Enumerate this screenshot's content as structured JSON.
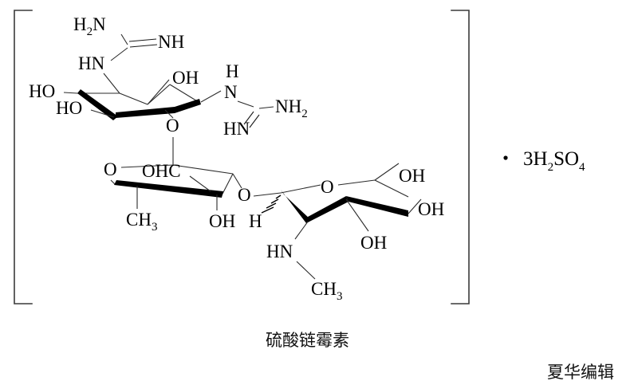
{
  "figure": {
    "name": "streptomycin-sulfate-structure",
    "caption": "硫酸链霉素",
    "watermark": "夏华编辑",
    "counterion": {
      "dot": "·",
      "formula_prefix": "3H",
      "formula_sub1": "2",
      "formula_mid": "SO",
      "formula_sub2": "4",
      "full": "· 3H2SO4"
    },
    "bracket_left": "[",
    "bracket_right": "]",
    "colors": {
      "ink": "#000000",
      "thin_bond": "#2b2b2b",
      "bracket": "#3a3a3a",
      "background": "#ffffff"
    }
  },
  "labels": {
    "guanidine_top": {
      "h2n_main": "H",
      "h2n_sub": "2",
      "h2n_tail": "N",
      "nh": "NH",
      "hn": "HN"
    },
    "guanidine_right": {
      "h": "H",
      "n": "N",
      "nh2_main": "NH",
      "nh2_sub": "2",
      "hn": "HN"
    },
    "streptidine": {
      "ho_upper": "HO",
      "ho_lower": "HO",
      "oh_right": "OH",
      "ring_o": "O"
    },
    "streptose": {
      "ring_o": "O",
      "aldehyde": "OHC",
      "ch3_main": "CH",
      "ch3_sub": "3",
      "oh": "OH",
      "glycosidic_o": "O"
    },
    "glucosamine": {
      "h": "H",
      "hn": "HN",
      "ch3_main": "CH",
      "ch3_sub": "3",
      "ring_o": "O",
      "oh_lower": "OH",
      "oh_upper": "OH",
      "oh_right": "OH"
    }
  }
}
